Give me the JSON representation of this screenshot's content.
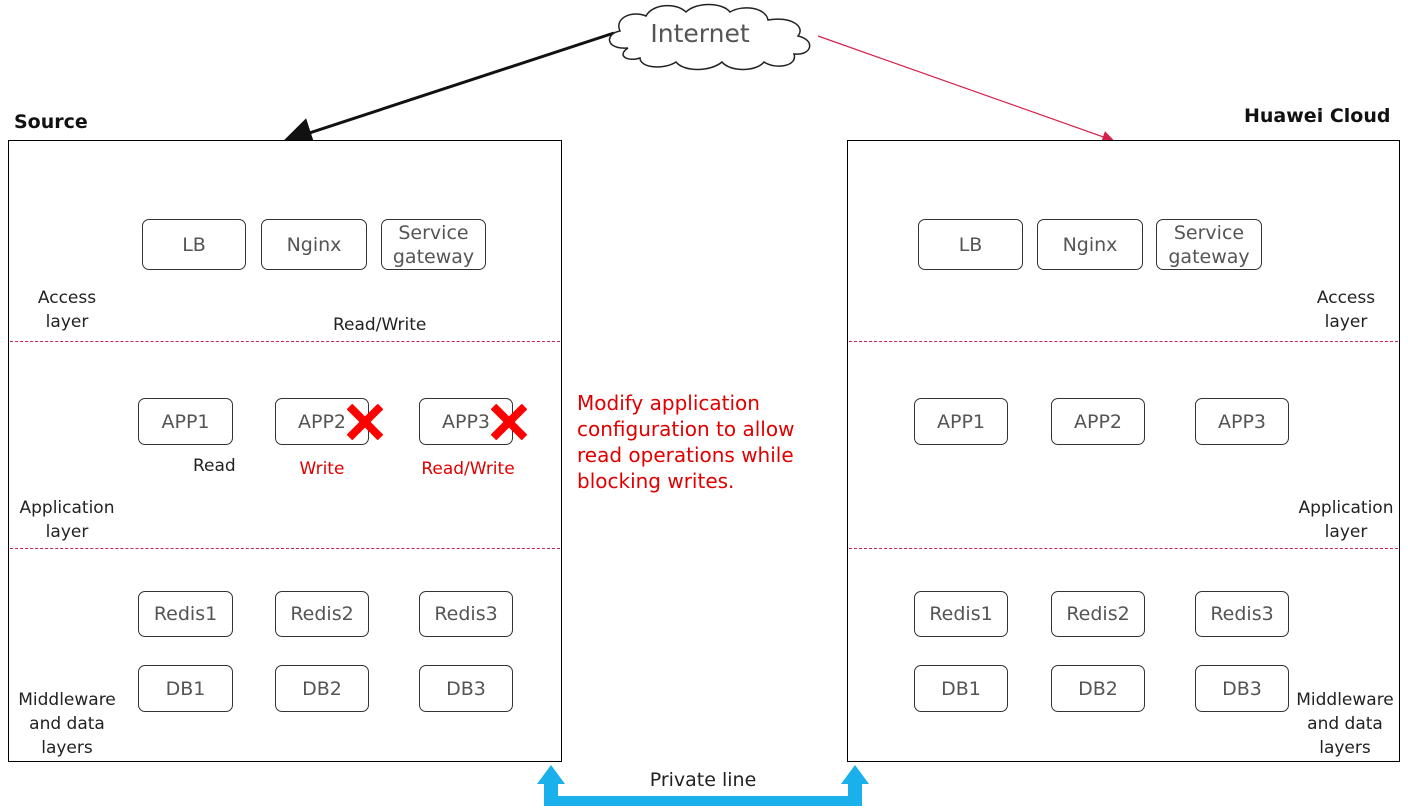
{
  "internet": {
    "label": "Internet"
  },
  "source": {
    "title": "Source",
    "access": {
      "nodes": [
        "LB",
        "Nginx",
        "Service\ngateway"
      ],
      "layer_label": "Access\nlayer"
    },
    "app": {
      "nodes": [
        "APP1",
        "APP2",
        "APP3"
      ],
      "layer_label": "Application\nlayer"
    },
    "middleware": {
      "redis": [
        "Redis1",
        "Redis2",
        "Redis3"
      ],
      "db": [
        "DB1",
        "DB2",
        "DB3"
      ],
      "layer_label": "Middleware\nand data\nlayers"
    },
    "flow_label_rw": "Read/Write",
    "flow_label_read": "Read",
    "app2_status": "Write",
    "app3_status": "Read/Write"
  },
  "huawei": {
    "title": "Huawei Cloud",
    "access": {
      "nodes": [
        "LB",
        "Nginx",
        "Service\ngateway"
      ],
      "layer_label": "Access\nlayer"
    },
    "app": {
      "nodes": [
        "APP1",
        "APP2",
        "APP3"
      ],
      "layer_label": "Application\nlayer"
    },
    "middleware": {
      "redis": [
        "Redis1",
        "Redis2",
        "Redis3"
      ],
      "db": [
        "DB1",
        "DB2",
        "DB3"
      ],
      "layer_label": "Middleware\nand data\nlayers"
    }
  },
  "note": "Modify application\nconfiguration to allow\nread operations while\nblocking writes.",
  "private_line": "Private line",
  "colors": {
    "alert": "#e00000",
    "dash": "#c0245a",
    "private_line": "#1ab0ec",
    "internet_arrow_right": "#d4204a"
  },
  "icons": {
    "cloud": "cloud-icon",
    "blocked": "red-x-icon"
  }
}
